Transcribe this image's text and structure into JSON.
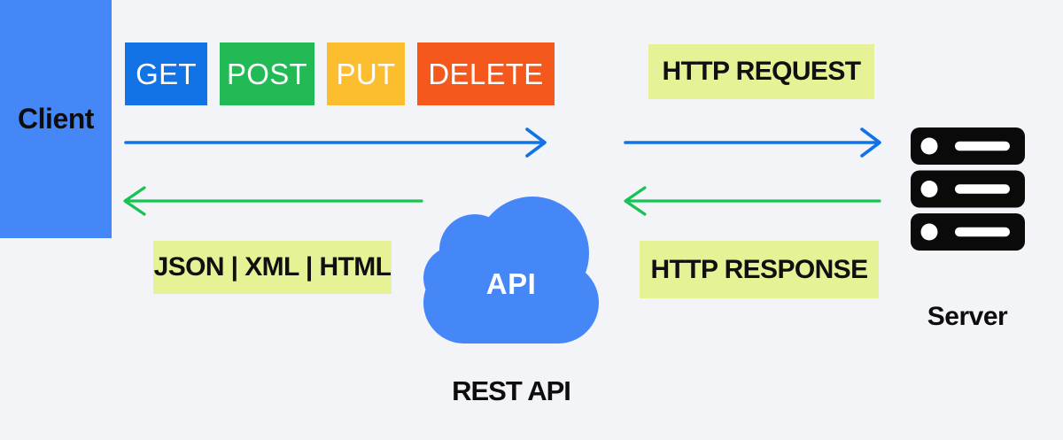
{
  "title": "REST API diagram",
  "client": {
    "label": "Client"
  },
  "server": {
    "label": "Server"
  },
  "methods": [
    {
      "label": "GET",
      "color": "#1273e6"
    },
    {
      "label": "POST",
      "color": "#21ba55"
    },
    {
      "label": "PUT",
      "color": "#fcbe2e"
    },
    {
      "label": "DELETE",
      "color": "#f4581d"
    }
  ],
  "labels": {
    "http_request": "HTTP REQUEST",
    "http_response": "HTTP RESPONSE",
    "data_formats": "JSON | XML | HTML",
    "api": "API",
    "rest_api": "REST API"
  },
  "arrows": [
    {
      "name": "http-request-arrow-client-to-api",
      "direction": "right",
      "color": "#1273e6"
    },
    {
      "name": "http-request-arrow-api-to-server",
      "direction": "right",
      "color": "#1273e6"
    },
    {
      "name": "http-response-arrow-api-to-client",
      "direction": "left",
      "color": "#17c353"
    },
    {
      "name": "http-response-arrow-server-to-api",
      "direction": "left",
      "color": "#17c353"
    }
  ],
  "colors": {
    "background": "#f3f4f8",
    "client_box": "#4687f7",
    "cloud": "#4687f7",
    "arrow_blue": "#1273e6",
    "arrow_green": "#17c353",
    "label_background": "#e6f295",
    "server_icon": "#0a0a0a",
    "text_black": "#0d0d0d",
    "text_white": "#ffffff"
  }
}
